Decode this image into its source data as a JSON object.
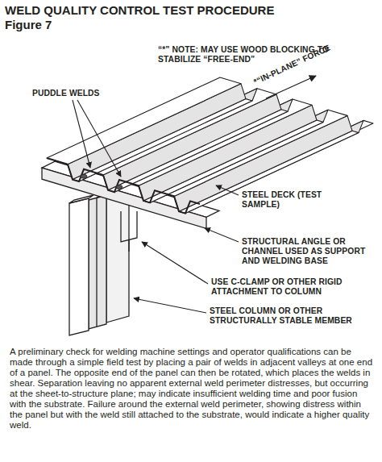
{
  "diagram": {
    "title": "WELD QUALITY CONTROL TEST PROCEDURE",
    "caption": "A preliminary check for welding machine settings and operator qualifications can be made through a simple field test by placing a pair of welds in adjacent valleys at one end of a panel. The opposite end of the panel can then be rotated, which places the welds in shear. Separation leaving no apparent external weld perimeter distresses, but occurring at the sheet-to-structure plane; may indicate insufficient welding time and poor fusion with the substrate. Failure around the external weld perimeter, showing distress within the panel but with the weld still attached to the substrate, would indicate a higher quality weld.",
    "labels": [
      "Figure 7",
      "“*” NOTE: MAY USE WOOD BLOCKING TO STABILIZE “FREE-END”",
      "*“IN-PLANE” FORCE",
      "PUDDLE WELDS",
      "STEEL DECK (TEST SAMPLE)",
      "STRUCTURAL ANGLE OR CHANNEL USED AS SUPPORT AND WELDING BASE",
      "USE C-CLAMP OR OTHER RIGID ATTACHMENT TO COLUMN",
      "STEEL COLUMN OR OTHER STRUCTURALLY STABLE MEMBER"
    ]
  }
}
